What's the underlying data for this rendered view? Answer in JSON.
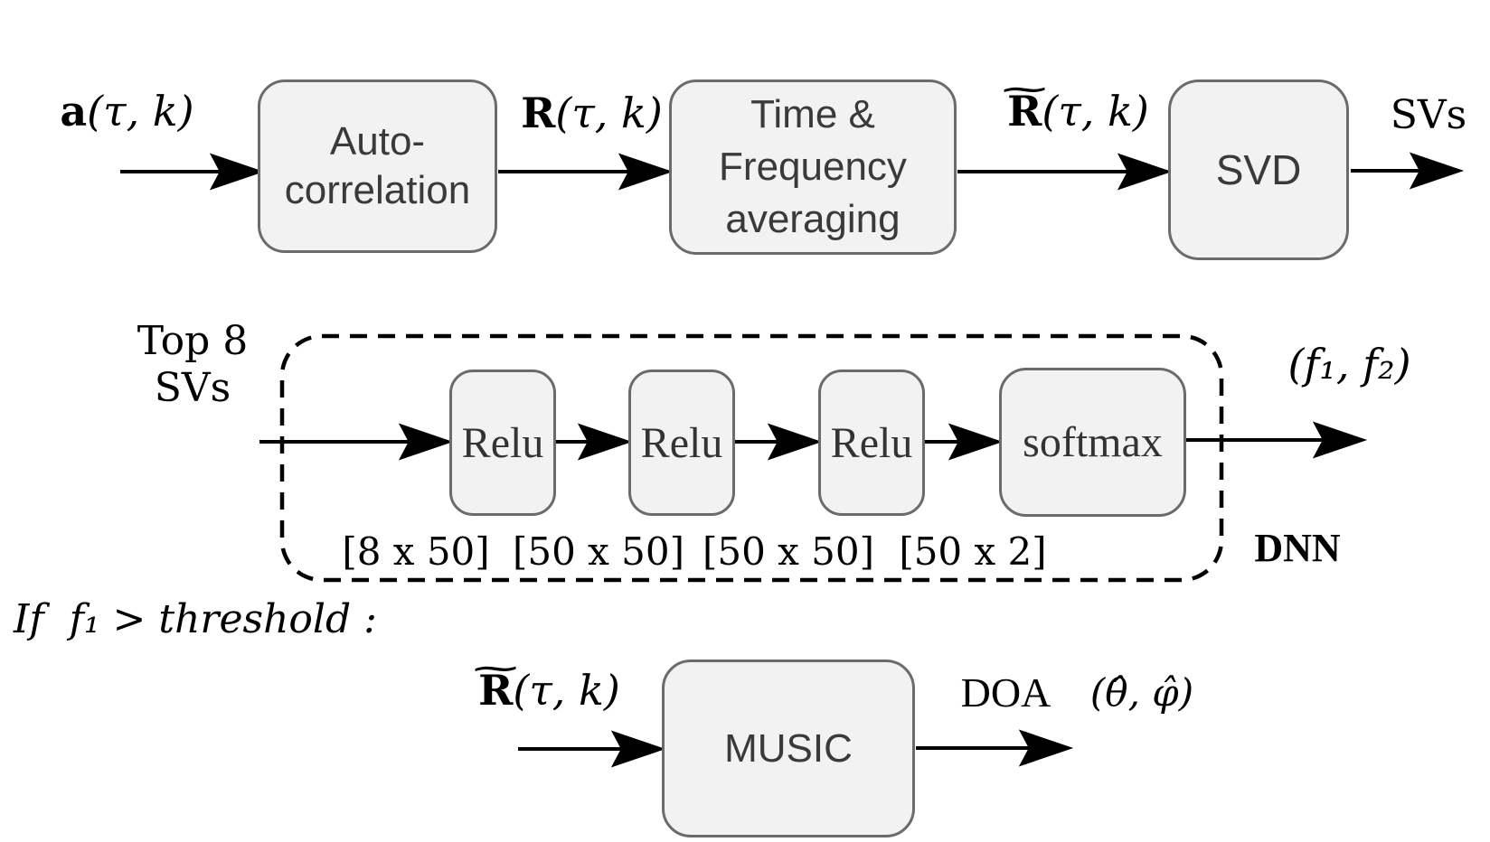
{
  "colors": {
    "background": "#ffffff",
    "box_fill": "#f2f2f2",
    "box_border": "#6b6b6b",
    "box_text": "#3a3a3a",
    "ink": "#000000"
  },
  "row1": {
    "input": {
      "base": "a",
      "args": "(τ, k)"
    },
    "autocorr": {
      "line1": "Auto-",
      "line2": "correlation"
    },
    "r": {
      "base": "R",
      "args": "(τ, k)"
    },
    "timefreq": {
      "line1": "Time &",
      "line2": "Frequency",
      "line3": "averaging"
    },
    "rtilde": {
      "accent": "~",
      "base": "R",
      "args": "(τ, k)"
    },
    "svd": "SVD",
    "out": "SVs"
  },
  "row2": {
    "input": {
      "line1": "Top 8",
      "line2": "SVs"
    },
    "layers": [
      {
        "name": "Relu",
        "dim": "[8 x 50]"
      },
      {
        "name": "Relu",
        "dim": "[50 x 50]"
      },
      {
        "name": "Relu",
        "dim": "[50 x 50]"
      },
      {
        "name": "softmax",
        "dim": "[50 x 2]"
      }
    ],
    "out": "(f₁, f₂)",
    "group": "DNN"
  },
  "row3": {
    "condition": "If  f₁ > threshold :",
    "input": {
      "accent": "~",
      "base": "R",
      "args": "(τ, k)"
    },
    "music": "MUSIC",
    "doa": "DOA",
    "angles": "(θ̂, φ̂)"
  }
}
